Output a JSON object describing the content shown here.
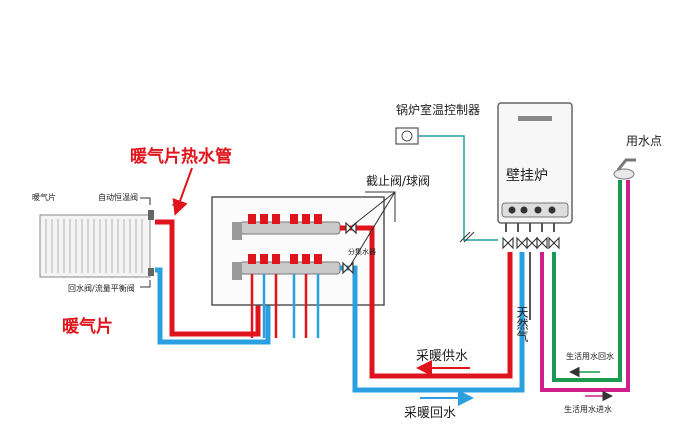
{
  "labels": {
    "radiator_hot_pipe": "暖气片热水管",
    "radiator": "暖气片",
    "radiator_small": "暖气片",
    "auto_valve": "自动恒温阀",
    "return_valve": "回水阀/流量平衡阀",
    "thermostat": "锅炉室温控制器",
    "boiler": "壁挂炉",
    "stop_valve": "截止阀/球阀",
    "manifold": "分集水器",
    "gas": "天然气",
    "water_point": "用水点",
    "heating_supply": "采暖供水",
    "heating_return": "采暖回水",
    "dhw_return": "生活用水回水",
    "dhw_inlet": "生活用水进水"
  },
  "colors": {
    "hot": "#e0141c",
    "cold": "#2aa0e0",
    "magenta": "#d0208c",
    "green": "#1a9a50",
    "cyan_signal": "#20a0a0",
    "frame": "#555555"
  }
}
